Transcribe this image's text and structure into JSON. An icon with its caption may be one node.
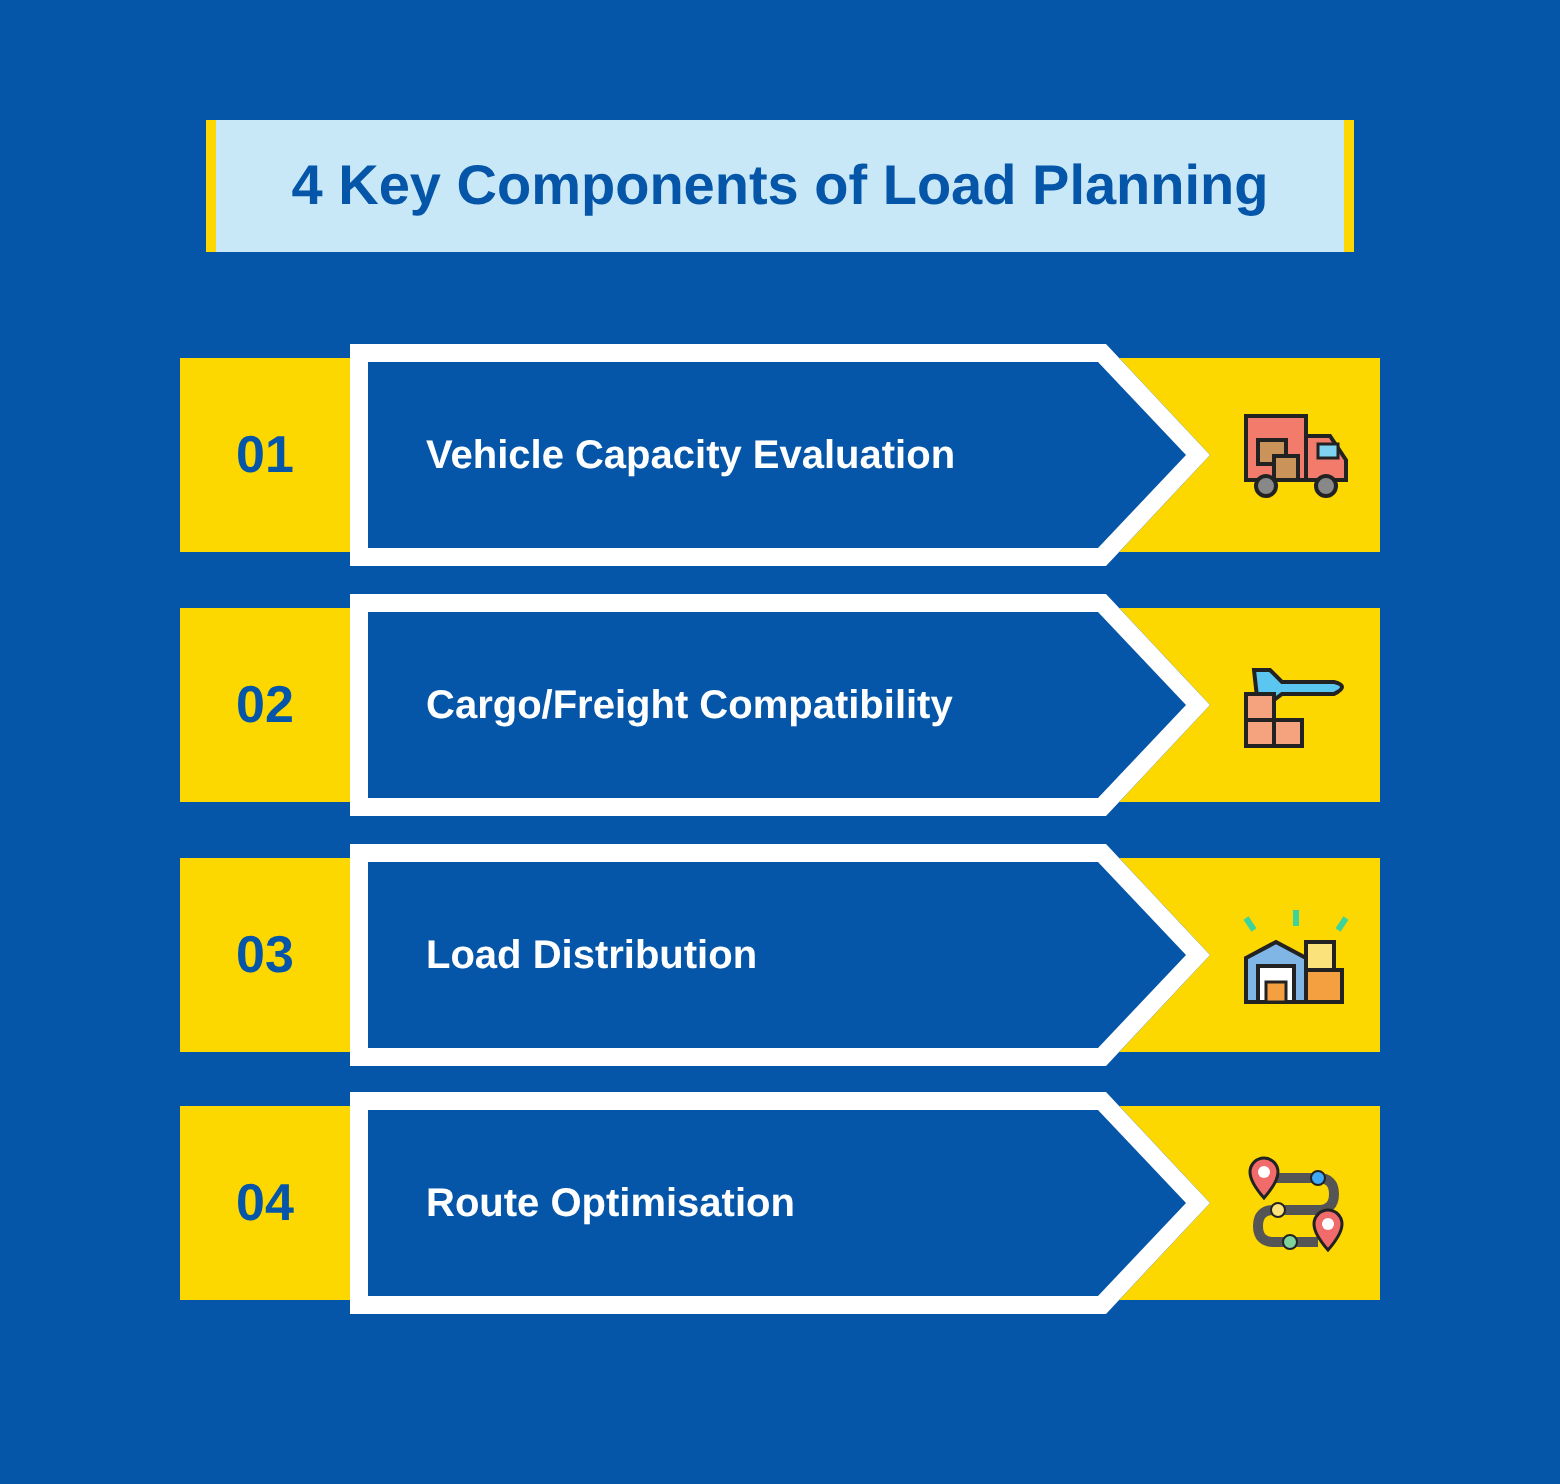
{
  "diagram": {
    "title": "4 Key Components of Load Planning",
    "nodes": [
      {
        "text": [
          "01"
        ]
      },
      {
        "text": [
          "Vehicle Capacity Evaluation"
        ]
      },
      {
        "text": [
          "02"
        ]
      },
      {
        "text": [
          "Cargo/Freight Compatibility"
        ]
      },
      {
        "text": [
          "03"
        ]
      },
      {
        "text": [
          "Load Distribution"
        ]
      },
      {
        "text": [
          "04"
        ]
      },
      {
        "text": [
          "Route Optimisation"
        ]
      }
    ]
  }
}
